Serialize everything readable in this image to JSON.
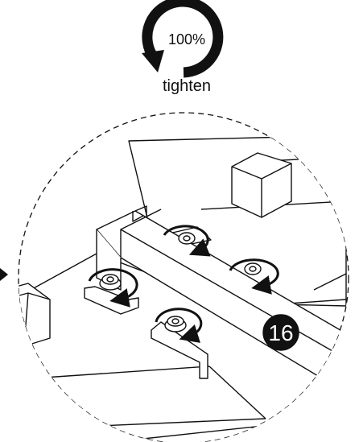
{
  "instruction": {
    "percent_label": "100%",
    "action_label": "tighten",
    "icon": "clockwise-rotation-arrow-icon"
  },
  "step": {
    "number": "16"
  },
  "screws": [
    {
      "name": "screw-front-left",
      "icon": "clockwise-tighten-arrow-icon"
    },
    {
      "name": "screw-front-center",
      "icon": "clockwise-tighten-arrow-icon"
    },
    {
      "name": "screw-back-left",
      "icon": "clockwise-tighten-arrow-icon"
    },
    {
      "name": "screw-back-right",
      "icon": "clockwise-tighten-arrow-icon"
    }
  ],
  "colors": {
    "ink": "#111111",
    "paper": "#ffffff",
    "badge": "#111111",
    "badge_text": "#ffffff"
  }
}
